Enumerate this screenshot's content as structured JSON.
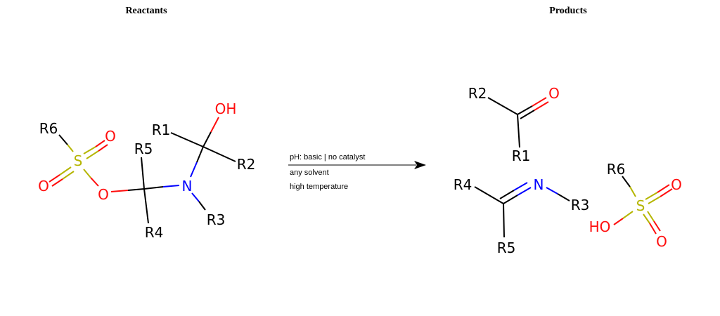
{
  "headers": {
    "reactants": "Reactants",
    "products": "Products"
  },
  "conditions": [
    "pH: basic | no catalyst",
    "any solvent",
    "high temperature"
  ],
  "labels": {
    "r_R6": "R6",
    "r_O1": "O",
    "r_S": "S",
    "r_O2": "O",
    "r_O3": "O",
    "r_R5": "R5",
    "r_R4": "R4",
    "r_N": "N",
    "r_R3": "R3",
    "r_R1": "R1",
    "r_OH": "OH",
    "r_R2": "R2",
    "p_R2": "R2",
    "p_O": "O",
    "p_R1": "R1",
    "p_R4": "R4",
    "p_N": "N",
    "p_R3": "R3",
    "p_R5": "R5",
    "p_R6": "R6",
    "p_O1": "O",
    "p_S": "S",
    "p_O2": "O",
    "p_HO": "HO"
  },
  "colors": {
    "carbon": "#000000",
    "oxygen": "#ff0d0d",
    "nitrogen": "#0000ff",
    "sulfur": "#b5b500"
  }
}
